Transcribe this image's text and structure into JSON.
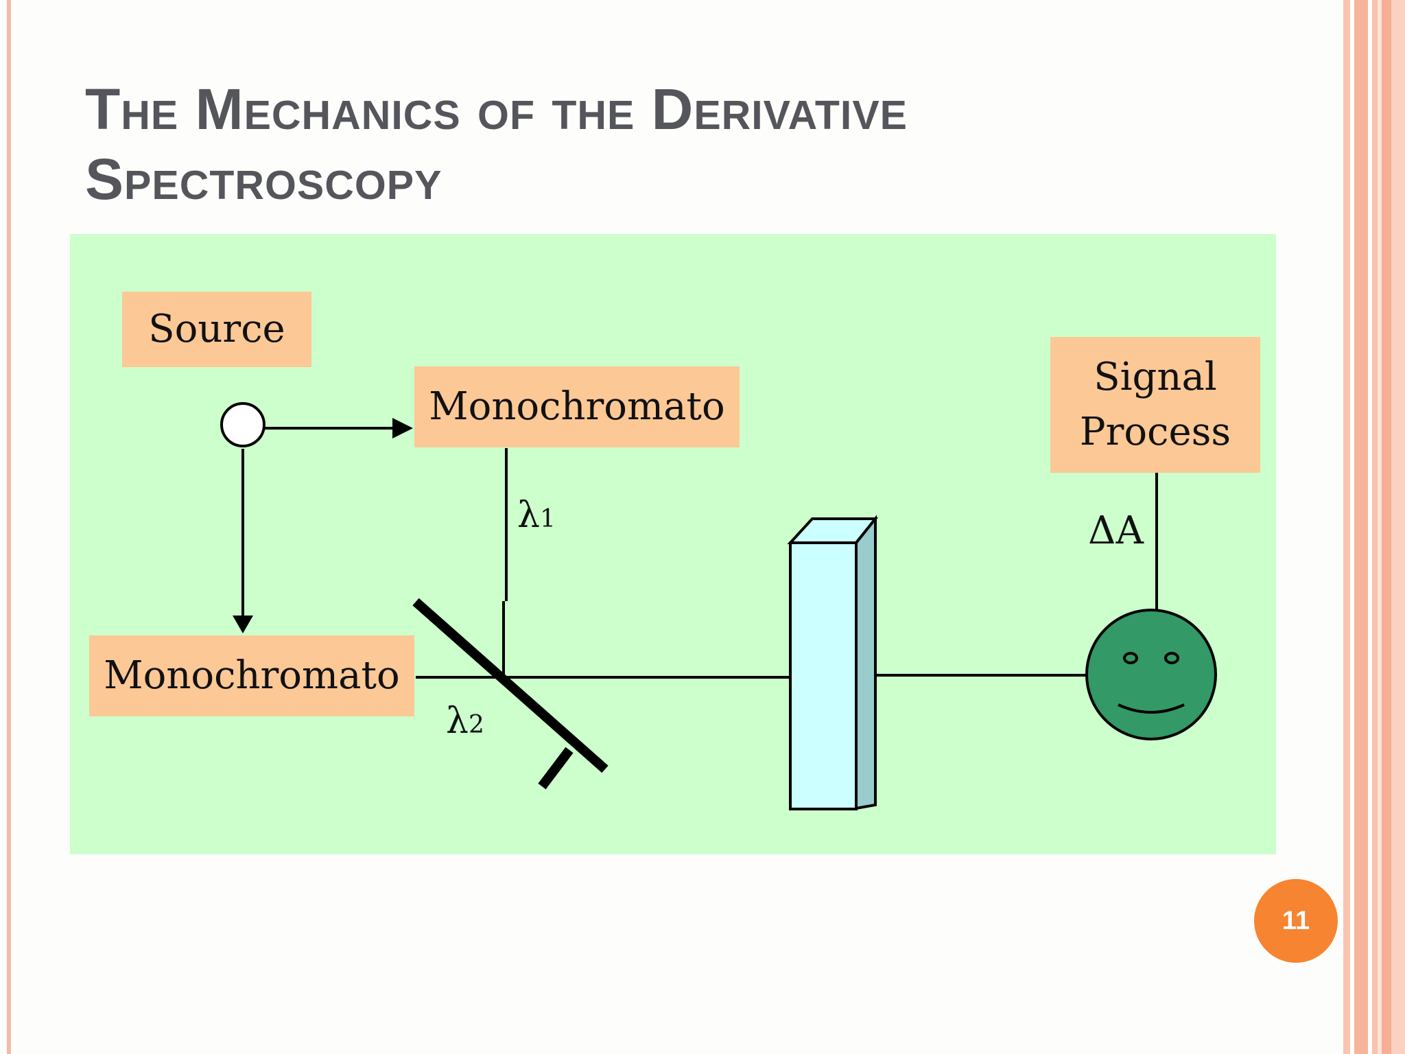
{
  "slide": {
    "title_line1": "The Mechanics of the Derivative",
    "title_line2": "Spectroscopy",
    "page_number": "11"
  },
  "diagram": {
    "source_label": "Source",
    "mono_top_label": "Monochromato",
    "mono_left_label": "Monochromato",
    "signal_line1": "Signal",
    "signal_line2": "Process",
    "lambda1_symbol": "λ",
    "lambda1_sub": "1",
    "lambda2_symbol": "λ",
    "lambda2_sub": "2",
    "delta_a": "ΔA"
  },
  "colors": {
    "panel_bg": "#ccffcc",
    "box_fill": "#fbc896",
    "cuvette_fill": "#ccffff",
    "detector_fill": "#339966",
    "page_badge": "#f68431",
    "title_text": "#55565c"
  }
}
